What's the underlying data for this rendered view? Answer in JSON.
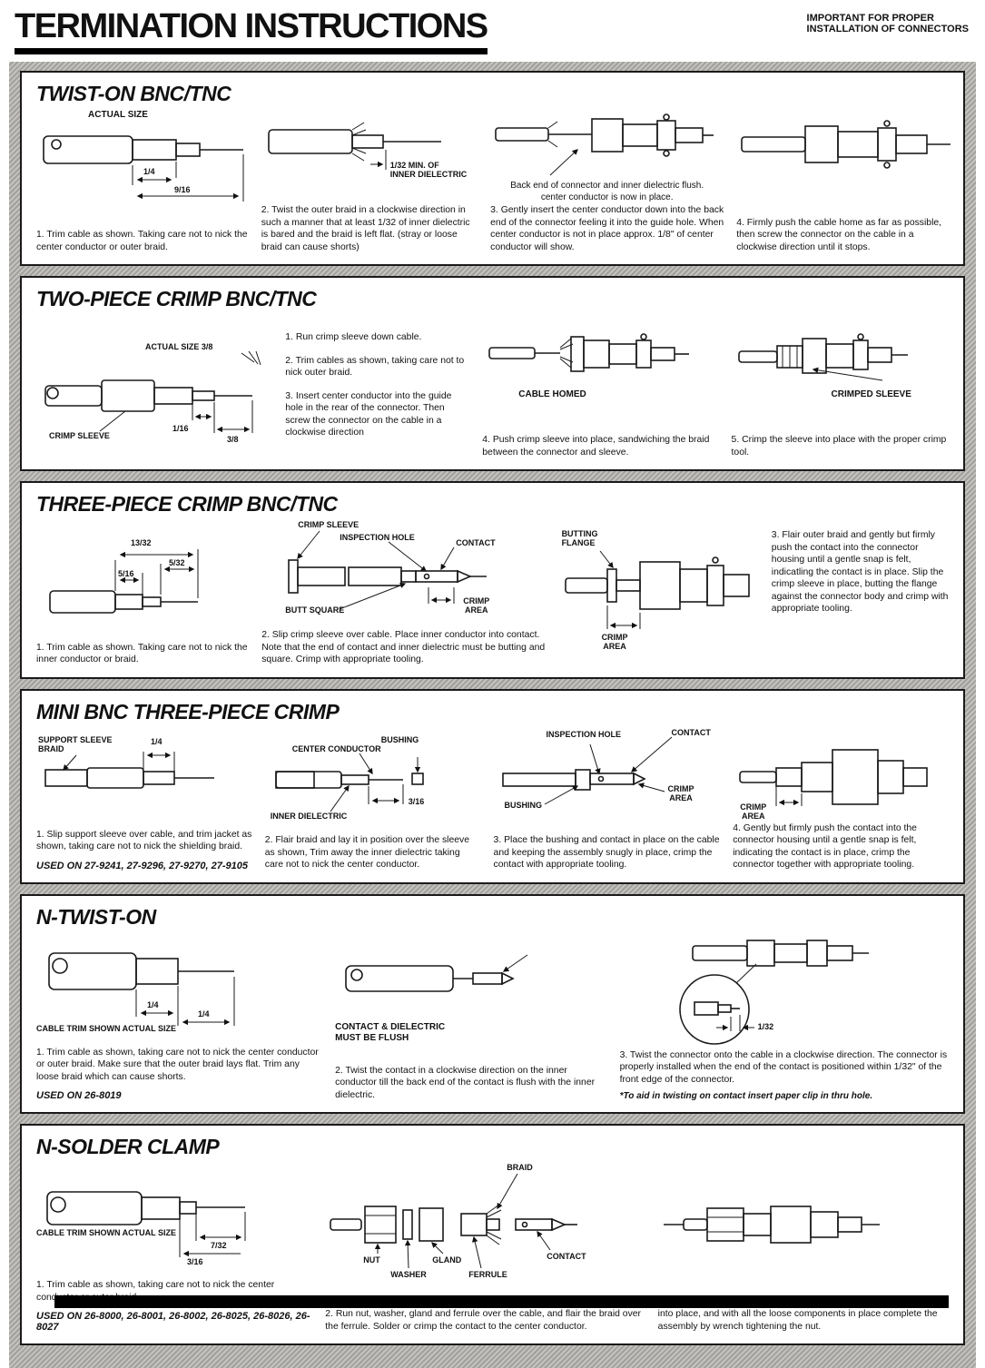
{
  "header": {
    "title": "TERMINATION INSTRUCTIONS",
    "note": "IMPORTANT FOR PROPER\nINSTALLATION OF CONNECTORS"
  },
  "sections": [
    {
      "title": "TWIST-ON BNC/TNC",
      "labels": {
        "actual_size": "ACTUAL SIZE",
        "dim_quarter": "1/4",
        "dim_nine_sixteenth": "9/16",
        "inner_dielectric": "1/32 MIN. OF\nINNER DIELECTRIC",
        "caption3": "Back end of connector and inner dielectric flush.\ncenter conductor is now in place."
      },
      "steps": [
        "1. Trim cable as shown. Taking care not to nick the center conductor or outer braid.",
        "2. Twist the outer braid in a clockwise direction in such a manner that at least 1/32 of inner dielectric is bared and the braid is left flat. (stray or loose braid can cause shorts)",
        "3. Gently insert the center conductor down into the back end of the connector feeling it into the guide hole. When center conductor is not in place approx. 1/8\" of center conductor will show.",
        "4. Firmly push the cable home as far as possible, then screw the connector on the cable in a clockwise direction until it stops."
      ]
    },
    {
      "title": "TWO-PIECE CRIMP BNC/TNC",
      "labels": {
        "actual_size": "ACTUAL SIZE  3/8",
        "crimp_sleeve": "CRIMP SLEEVE",
        "dim_one_sixteenth": "1/16",
        "dim_three_eighths": "3/8",
        "cable_homed": "CABLE HOMED",
        "crimped_sleeve": "CRIMPED SLEEVE"
      },
      "steps": [
        "1. Run crimp sleeve down cable.",
        "2. Trim cables as shown, taking care not to nick outer braid.",
        "3. Insert center conductor into the guide hole in the rear of the connector. Then screw the connector on the cable in a clockwise direction",
        "4. Push crimp sleeve into place, sandwiching the braid between the connector and sleeve.",
        "5. Crimp the sleeve into place with the proper crimp tool."
      ]
    },
    {
      "title": "THREE-PIECE CRIMP BNC/TNC",
      "labels": {
        "dim_13_32": "13/32",
        "dim_5_32": "5/32",
        "dim_5_16": "5/16",
        "crimp_sleeve": "CRIMP SLEEVE",
        "inspection_hole": "INSPECTION HOLE",
        "contact": "CONTACT",
        "butt_square": "BUTT SQUARE",
        "crimp_area": "CRIMP\nAREA",
        "butting_flange": "BUTTING\nFLANGE",
        "crimp_area2": "CRIMP\nAREA"
      },
      "steps": [
        "1. Trim cable as shown. Taking care not to nick the inner conductor or braid.",
        "2. Slip crimp sleeve over cable. Place inner conductor into contact. Note that the end of contact and inner dielectric must be butting and square. Crimp with appropriate tooling.",
        "3. Flair outer braid and gently but firmly push the contact into the connector housing until a gentle snap is felt, indicatling the contact is in place. Slip the crimp sleeve in place, butting the flange against the connector body and crimp with appropriate tooling."
      ]
    },
    {
      "title": "MINI BNC THREE-PIECE CRIMP",
      "labels": {
        "dim_quarter": "1/4",
        "support_sleeve": "SUPPORT SLEEVE\nBRAID",
        "bushing": "BUSHING",
        "center_conductor": "CENTER CONDUCTOR",
        "inner_dielectric": "INNER DIELECTRIC",
        "dim_3_16": "3/16",
        "inspection_hole": "INSPECTION HOLE",
        "contact": "CONTACT",
        "bushing2": "BUSHING",
        "crimp_area": "CRIMP\nAREA",
        "crimp_area2": "CRIMP\nAREA"
      },
      "steps": [
        "1. Slip support sleeve over cable, and trim jacket as shown, taking care not to nick the shielding braid.",
        "2. Flair braid and lay it in position over the sleeve as shown, Trim away the inner dielectric taking care not to nick the center conductor.",
        "3. Place the bushing and contact in place on the cable and keeping the assembly snugly in place, crimp the contact with appropriate tooling.",
        "4. Gently but firmly push the contact into the connector housing until a gentle snap is felt, indicating the contact is in place, crimp the connector together with appropriate tooling."
      ],
      "used_on": "USED ON 27-9241, 27-9296, 27-9270, 27-9105"
    },
    {
      "title": "N-TWIST-ON",
      "labels": {
        "cable_trim": "CABLE TRIM SHOWN ACTUAL SIZE",
        "dim_quarter_a": "1/4",
        "dim_quarter_b": "1/4",
        "contact_flush": "CONTACT & DIELECTRIC\nMUST BE FLUSH",
        "dim_1_32": "1/32"
      },
      "steps": [
        "1. Trim cable as shown, taking care not to nick the center conductor or outer braid. Make sure that the outer braid lays flat. Trim any loose braid which can cause shorts.",
        "2. Twist the contact in a clockwise direction on the inner conductor till the back end of the contact is flush with the inner dielectric.",
        "3. Twist the connector onto the cable in a clockwise direction. The connector is properly installed when the end of the contact is positioned within 1/32\" of the front edge of the connector."
      ],
      "footnote": "*To aid in twisting on contact insert paper clip in thru hole.",
      "used_on": "USED ON 26-8019"
    },
    {
      "title": "N-SOLDER CLAMP",
      "labels": {
        "cable_trim": "CABLE TRIM SHOWN ACTUAL SIZE",
        "dim_7_32": "7/32",
        "dim_3_16": "3/16",
        "braid": "BRAID",
        "nut": "NUT",
        "gland": "GLAND",
        "contact": "CONTACT",
        "washer": "WASHER",
        "ferrule": "FERRULE"
      },
      "steps": [
        "1. Trim cable as shown, taking care not to nick the center conductor or outer braid.",
        "2. Run nut, washer, gland and ferrule over the cable, and flair the braid over the ferrule. Solder or crimp the contact to the center conductor.",
        "3. Push the center contact home into the body assy., feeling it snap into place, and with all the loose components in place complete the assembly by wrench tightening the nut."
      ],
      "used_on": "USED ON 26-8000, 26-8001, 26-8002, 26-8025, 26-8026, 26-8027"
    }
  ]
}
